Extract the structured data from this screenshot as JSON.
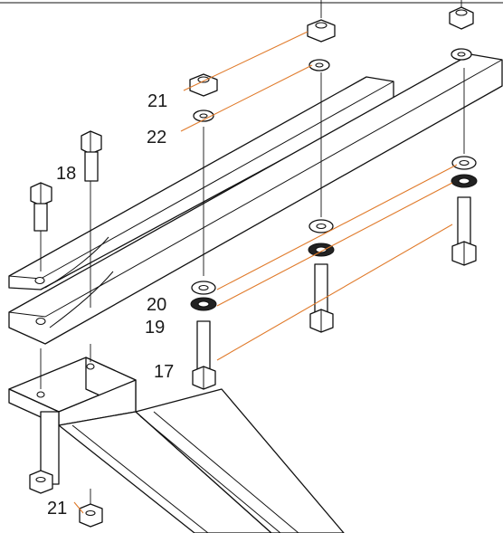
{
  "callouts": {
    "bolt_long_a": "17",
    "bolt_long_b": "18",
    "lock_washer": "19",
    "flat_washer": "20",
    "flange_nut_top": "21",
    "flange_nut_bottom": "21",
    "lock_washer_top": "22"
  }
}
